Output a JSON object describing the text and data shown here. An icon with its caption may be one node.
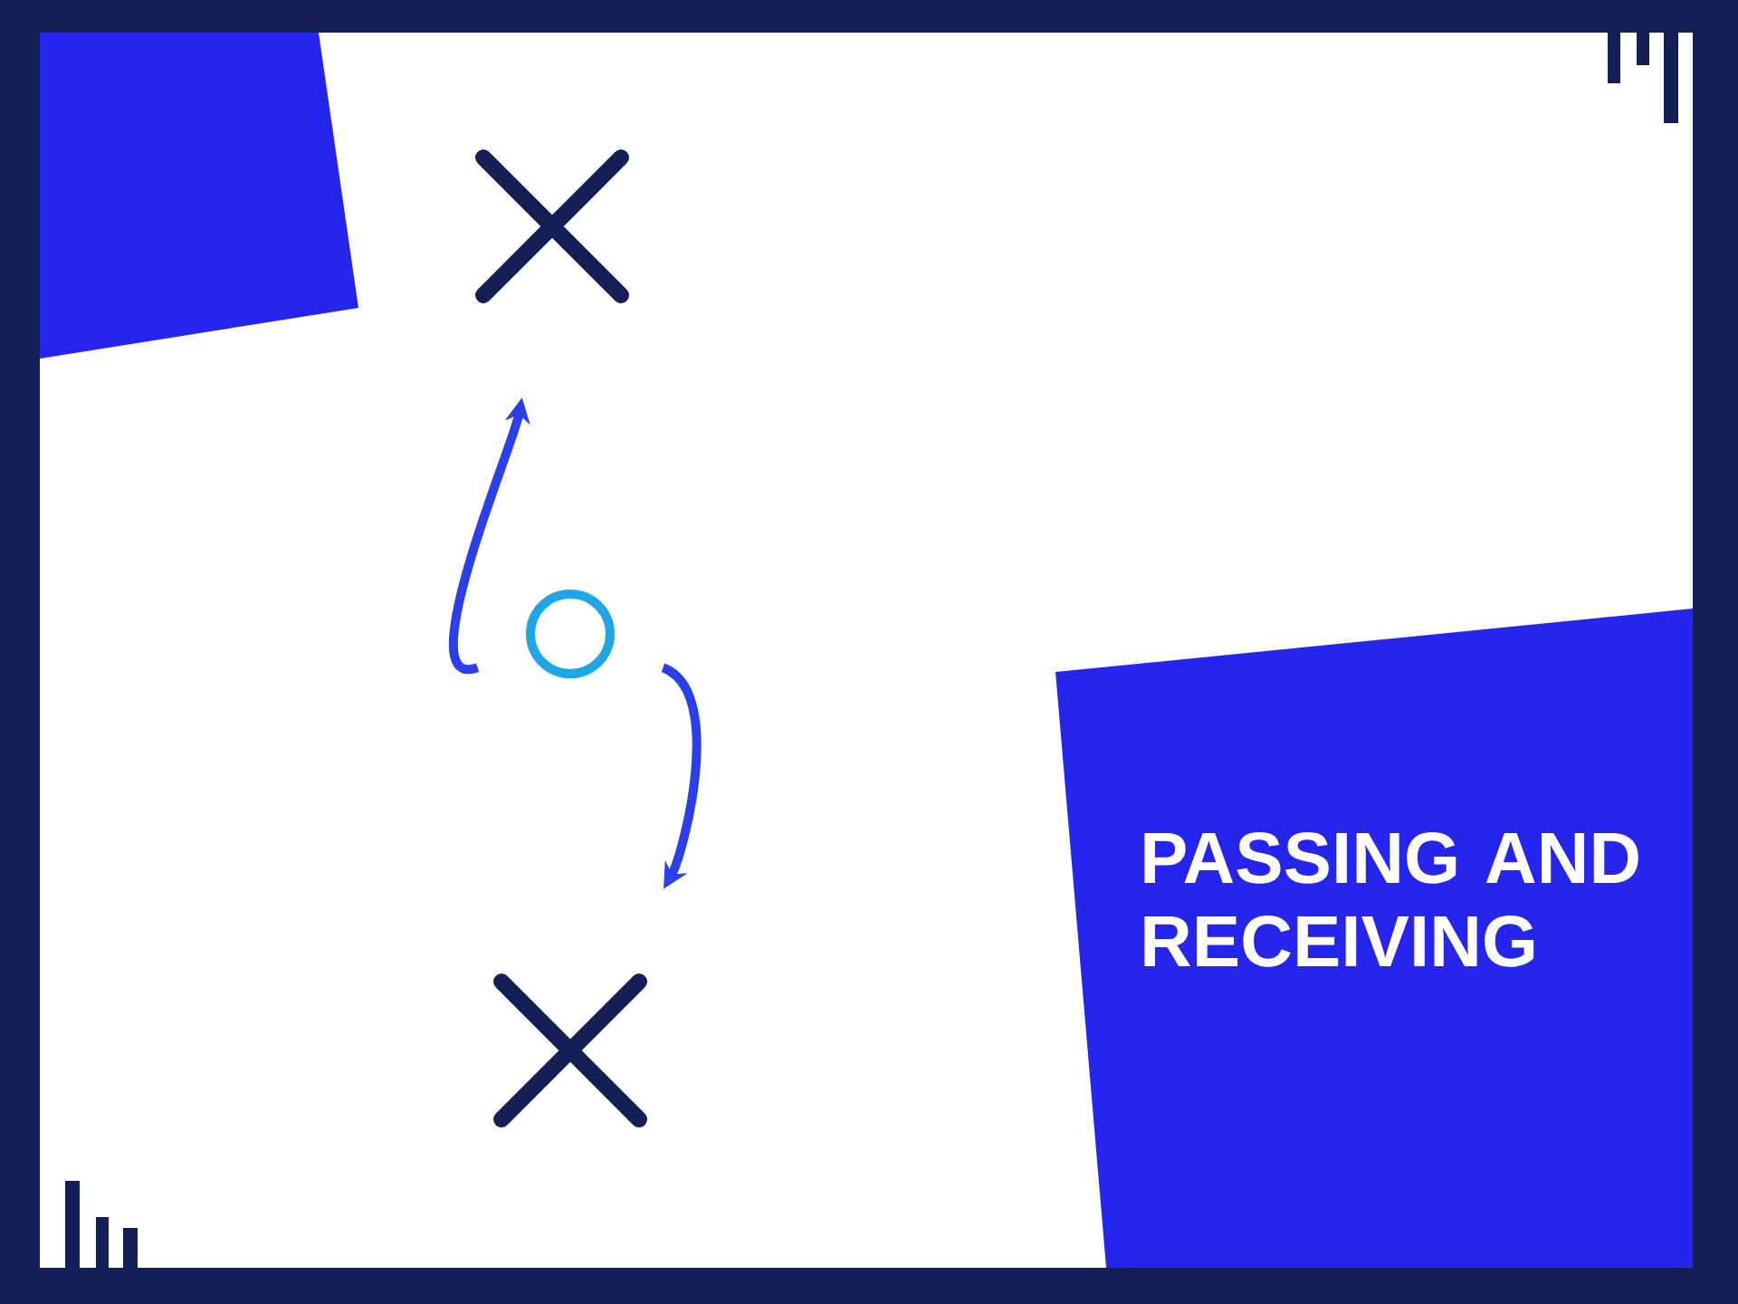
{
  "diagram": {
    "title": "PASSING AND RECEIVING",
    "nodes": [
      {
        "text": [],
        "shape": "cross"
      },
      {
        "text": [],
        "shape": "circle"
      },
      {
        "text": [],
        "shape": "cross"
      }
    ],
    "edges": [
      {
        "from": 1,
        "to": 0,
        "arrow": "to"
      },
      {
        "from": 1,
        "to": 2,
        "arrow": "to"
      }
    ]
  }
}
